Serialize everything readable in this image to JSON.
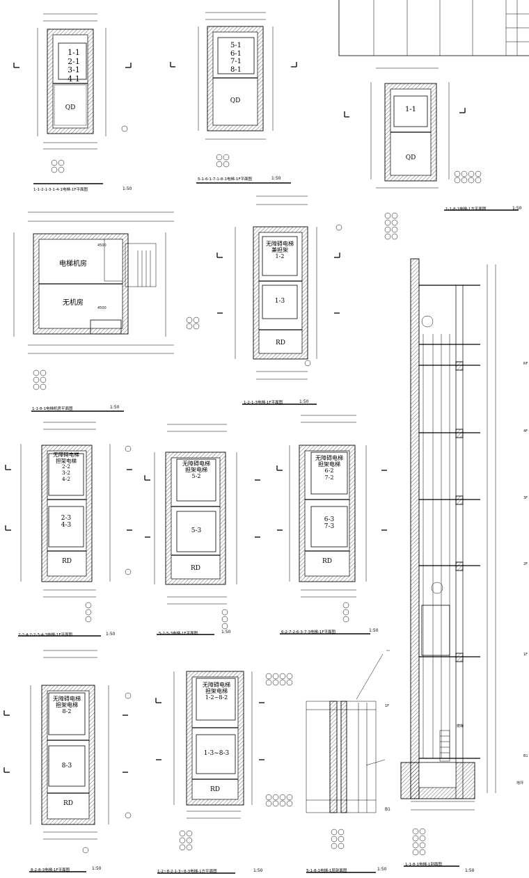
{
  "drawings": {
    "p1": {
      "title": "1-1-2-1-3-1-4-1电梯-1F平面图",
      "scale": "1:50",
      "car_label": "1-1\n2-1\n3-1\n4-1",
      "pit_label": "QD"
    },
    "p2": {
      "title": "5-1-6-1-7-1-8-1电梯-1F平面图",
      "scale": "1:50",
      "car_label": "5-1\n6-1\n7-1\n8-1",
      "pit_label": "QD"
    },
    "p3": {
      "title": "1-1-8-1电梯-1方平面图",
      "scale": "1:50",
      "car_label": "1-1",
      "pit_label": "QD"
    },
    "p4": {
      "title": "1-1-8-1电梯机房平面图",
      "scale": "1:50",
      "room1": "电梯机房",
      "room2": "无机房",
      "note1": "4500",
      "note2": "4500"
    },
    "p5": {
      "title": "1-2-1-3电梯-1F平面图",
      "scale": "1:50",
      "car1": "无障碍电梯\n兼担架\n1-2",
      "car2": "1-3",
      "pit_label": "RD"
    },
    "p6": {
      "title": "2-2-4-2-2-3-4-3电梯-1F平面图",
      "scale": "1:50",
      "car1": "无障碍电梯\n担架电梯\n2-2\n3-2\n4-2",
      "car2": "2-3\n4-3",
      "pit_label": "RD"
    },
    "p7": {
      "title": "5-2-5-3电梯-1F平面图",
      "scale": "1:50",
      "car1": "无障碍电梯\n担架电梯\n5-2",
      "car2": "5-3",
      "pit_label": "RD"
    },
    "p8": {
      "title": "6-2-7-2-6-3-7-3电梯-1F平面图",
      "scale": "1:50",
      "car1": "无障碍电梯\n担架电梯\n6-2\n7-2",
      "car2": "6-3\n7-3",
      "pit_label": "RD"
    },
    "p9": {
      "title": "8-2-8-3电梯-1F平面图",
      "scale": "1:50",
      "car1": "无障碍电梯\n担架电梯\n8-2",
      "car2": "8-3",
      "pit_label": "RD"
    },
    "p10": {
      "title": "1-2~8-2-1-3~8-3电梯-1方平面图",
      "scale": "1:50",
      "car1": "无障碍电梯\n担架电梯\n1-2~8-2",
      "car2": "1-3~8-3",
      "pit_label": "RD"
    },
    "s1": {
      "title": "5-1-8-1电梯-1层剖面图",
      "scale": "1:50",
      "lvl_1f": "1F",
      "lvl_b1": "B1"
    },
    "s2": {
      "title": "1-1-8-1电梯-1剖面图",
      "scale": "1:50",
      "levels": [
        "RF",
        "4F",
        "3F",
        "2F",
        "1F",
        "B1",
        "地坪"
      ],
      "stair_label": "爬梯"
    }
  },
  "colors": {
    "line": "#000000",
    "paper": "#ffffff"
  }
}
